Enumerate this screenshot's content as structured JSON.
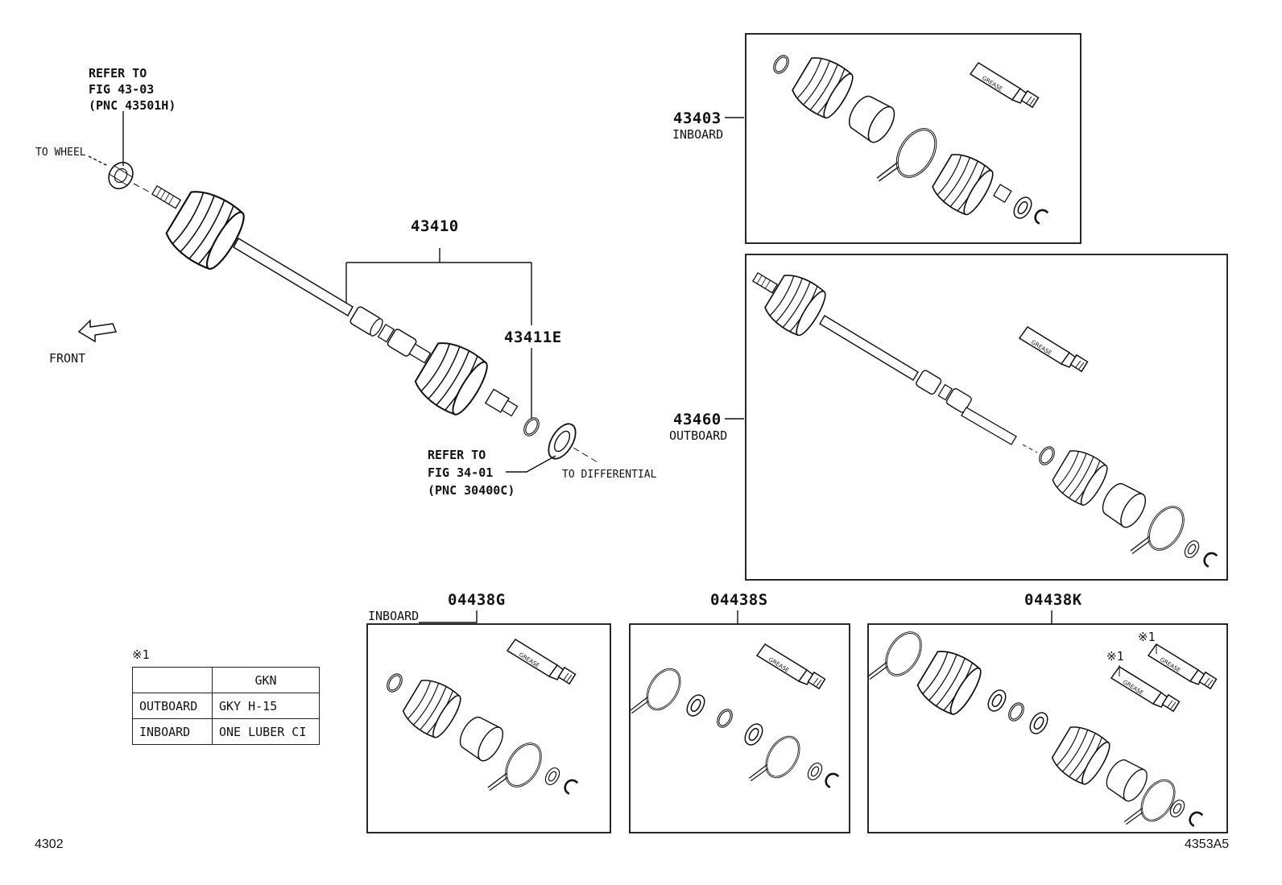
{
  "fig_refs": {
    "hub_nut": {
      "line1": "REFER TO",
      "line2": "FIG 43-03",
      "line3": "(PNC 43501H)"
    },
    "seal": {
      "line1": "REFER TO",
      "line2": "FIG 34-01",
      "line3": "(PNC 30400C)"
    }
  },
  "labels": {
    "to_wheel": "TO WHEEL",
    "to_differential": "TO DIFFERENTIAL",
    "front": "FRONT",
    "inboard": "INBOARD",
    "outboard": "OUTBOARD"
  },
  "parts": {
    "shaft_assy": "43410",
    "inboard_joint": "43411E",
    "boot_kit_inboard": "43403",
    "boot_kit_outboard": "43460",
    "kit_a": "04438G",
    "kit_b": "04438S",
    "kit_c": "04438K"
  },
  "note_mark": "※1",
  "spec_table": {
    "header": [
      "",
      "GKN"
    ],
    "rows": [
      [
        "OUTBOARD",
        "GKY H-15"
      ],
      [
        "INBOARD",
        "ONE LUBER CI"
      ]
    ]
  },
  "grease_text": "GREASE",
  "figure_codes": {
    "left": "4302",
    "right": "4353A5"
  }
}
